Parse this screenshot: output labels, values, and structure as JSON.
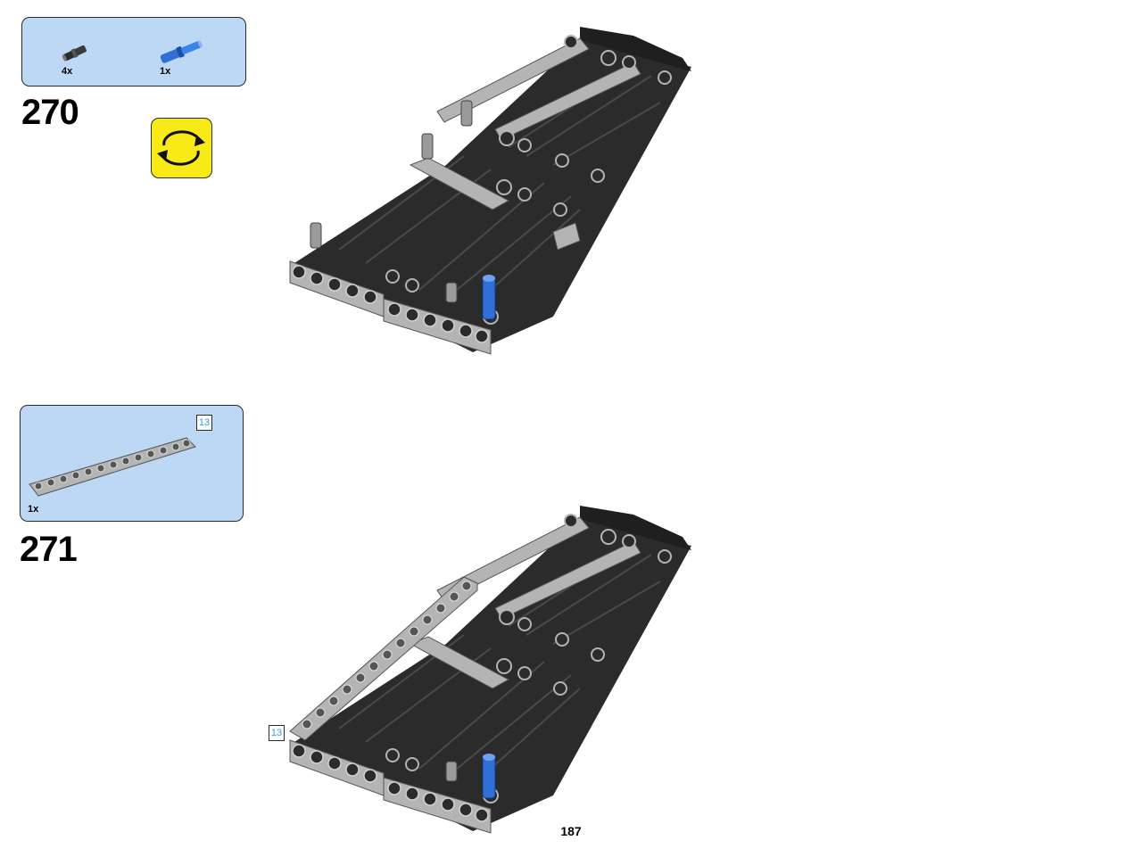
{
  "steps": [
    {
      "number": "270",
      "parts": [
        {
          "name": "black-friction-pin-with-bush",
          "qty": "4x"
        },
        {
          "name": "blue-axle-pin",
          "qty": "1x"
        }
      ],
      "rotate_icon": "rotate-model-icon"
    },
    {
      "number": "271",
      "parts": [
        {
          "name": "light-gray-beam-13",
          "qty": "1x",
          "length_tag": "13"
        }
      ],
      "callout_length_tag": "13"
    }
  ],
  "page_number": "187",
  "colors": {
    "parts_box_bg": "#bcd8f4",
    "rotate_icon_bg": "#f7ea16",
    "length_tag_text": "#2aa2d8",
    "panel_black": "#2b2b2b",
    "beam_gray": "#b4b4b4",
    "pin_blue": "#2f6fd6"
  }
}
